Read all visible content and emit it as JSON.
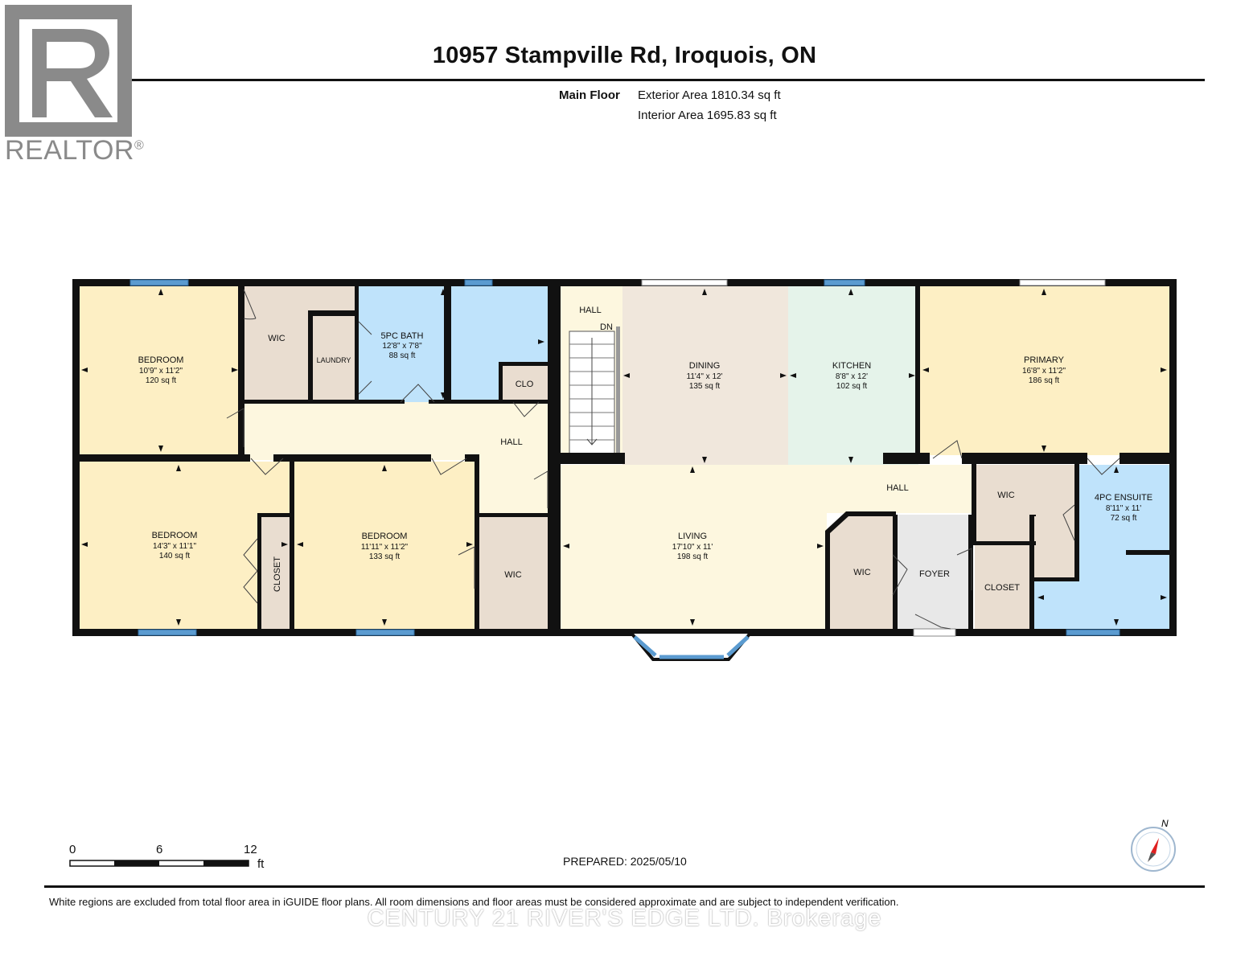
{
  "header": {
    "address": "10957 Stampville Rd, Iroquois, ON",
    "floor_label": "Main Floor",
    "exterior_area": "Exterior Area 1810.34 sq ft",
    "interior_area": "Interior Area 1695.83 sq ft"
  },
  "logo": {
    "text": "REALTOR",
    "mark": "®"
  },
  "rooms": {
    "bedroom_1": {
      "name": "BEDROOM",
      "dims": "10'9\" x 11'2\"",
      "area": "120 sq ft"
    },
    "wic_1": {
      "name": "WIC"
    },
    "laundry": {
      "name": "LAUNDRY"
    },
    "bath_5pc": {
      "name": "5PC BATH",
      "dims": "12'8\" x 7'8\"",
      "area": "88 sq ft"
    },
    "clo": {
      "name": "CLO"
    },
    "hall_top": {
      "name": "HALL"
    },
    "stairs_dn": {
      "name": "DN"
    },
    "dining": {
      "name": "DINING",
      "dims": "11'4\" x 12'",
      "area": "135 sq ft"
    },
    "kitchen": {
      "name": "KITCHEN",
      "dims": "8'8\" x 12'",
      "area": "102 sq ft"
    },
    "primary": {
      "name": "PRIMARY",
      "dims": "16'8\" x 11'2\"",
      "area": "186 sq ft"
    },
    "hall_west": {
      "name": "HALL"
    },
    "bedroom_2": {
      "name": "BEDROOM",
      "dims": "14'3\" x 11'1\"",
      "area": "140 sq ft"
    },
    "closet_1": {
      "name": "CLOSET"
    },
    "bedroom_3": {
      "name": "BEDROOM",
      "dims": "11'11\" x 11'2\"",
      "area": "133 sq ft"
    },
    "wic_2": {
      "name": "WIC"
    },
    "living": {
      "name": "LIVING",
      "dims": "17'10\" x 11'",
      "area": "198 sq ft"
    },
    "hall_east": {
      "name": "HALL"
    },
    "wic_3": {
      "name": "WIC"
    },
    "foyer": {
      "name": "FOYER"
    },
    "wic_4": {
      "name": "WIC"
    },
    "closet_2": {
      "name": "CLOSET"
    },
    "ensuite_4pc": {
      "name": "4PC ENSUITE",
      "dims": "8'11\" x 11'",
      "area": "72 sq ft"
    }
  },
  "scale": {
    "ticks": [
      "0",
      "6",
      "12"
    ],
    "unit": "ft"
  },
  "compass": {
    "label": "N"
  },
  "prepared": "PREPARED: 2025/05/10",
  "disclaimer": "White regions are excluded from total floor area in iGUIDE floor plans. All room dimensions and floor areas must be considered approximate and are subject to independent verification.",
  "brokerage": "CENTURY 21 RIVER'S EDGE LTD. Brokerage",
  "colors": {
    "bedroom": "#fdefc4",
    "bath": "#bfe3fb",
    "closet": "#e9ddd0",
    "hall": "#fdf7df",
    "dining": "#f0e7dc",
    "kitchen": "#e5f3ea",
    "wall": "#111111",
    "window": "#5b9bd0",
    "logo": "#8a8a8a"
  }
}
